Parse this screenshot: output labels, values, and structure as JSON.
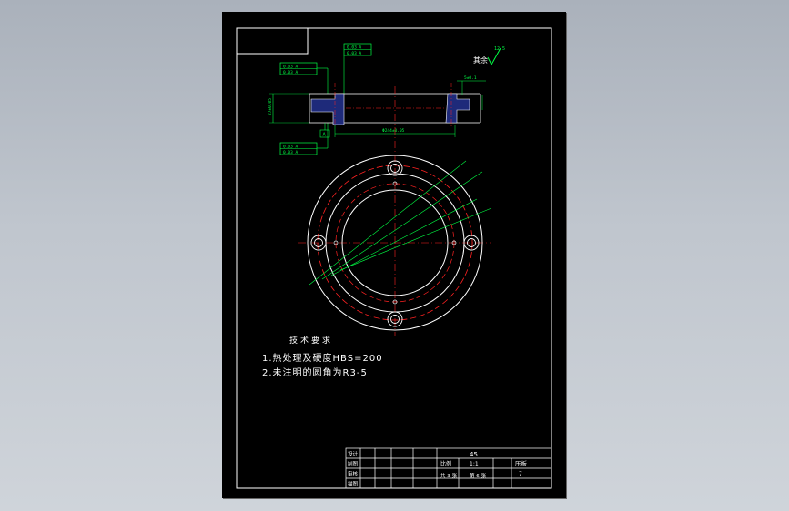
{
  "finish": {
    "label": "其余",
    "roughness": "12.5"
  },
  "tolerance_frames": {
    "top_right": [
      "0.03 A",
      "0.03 A"
    ],
    "top_left": [
      "0.03 A",
      "0.03 A"
    ],
    "bottom_left": [
      "0.03 A",
      "0.03 A"
    ]
  },
  "dimensions": {
    "bottom_dia": "Φ244±0.05",
    "left_height": "27±0.05",
    "right_top": "5±0.1",
    "datum": "A"
  },
  "notes": {
    "heading": "技术要求",
    "items": [
      "1.热处理及硬度HBS=200",
      "2.未注明的圆角为R3-5"
    ]
  },
  "title_block": {
    "material": "45",
    "ratio_label": "比例",
    "ratio": "1:1",
    "part_name": "压板",
    "sheet_total": "共 3 张",
    "sheet_no": "第 6 张",
    "drawing_no": "7",
    "rows": [
      "设计",
      "制图",
      "审核",
      "描图"
    ]
  }
}
